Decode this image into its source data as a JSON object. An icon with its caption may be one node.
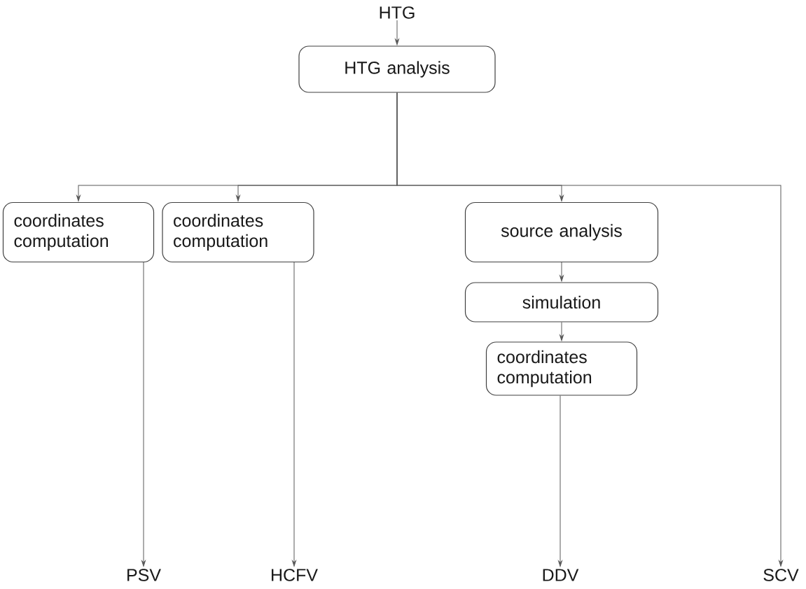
{
  "diagram": {
    "nodes": [
      {
        "text": [
          "HTG"
        ]
      },
      {
        "text": [
          "HTG analysis"
        ]
      },
      {
        "text": [
          "coordinates computation"
        ]
      },
      {
        "text": [
          "coordinates computation"
        ]
      },
      {
        "text": [
          "source analysis"
        ]
      },
      {
        "text": [
          "simulation"
        ]
      },
      {
        "text": [
          "coordinates computation"
        ]
      },
      {
        "text": [
          "PSV"
        ]
      },
      {
        "text": [
          "HCFV"
        ]
      },
      {
        "text": [
          "DDV"
        ]
      },
      {
        "text": [
          "SCV"
        ]
      }
    ],
    "edges": [
      {
        "from": 0,
        "to": 1,
        "arrow": "to"
      },
      {
        "from": 1,
        "to": 2,
        "arrow": "to"
      },
      {
        "from": 1,
        "to": 3,
        "arrow": "to"
      },
      {
        "from": 1,
        "to": 4,
        "arrow": "to"
      },
      {
        "from": 1,
        "to": 10,
        "arrow": "to"
      },
      {
        "from": 2,
        "to": 7,
        "arrow": "to"
      },
      {
        "from": 3,
        "to": 8,
        "arrow": "to"
      },
      {
        "from": 4,
        "to": 5,
        "arrow": "to"
      },
      {
        "from": 5,
        "to": 6,
        "arrow": "to"
      },
      {
        "from": 6,
        "to": 9,
        "arrow": "to"
      }
    ]
  }
}
